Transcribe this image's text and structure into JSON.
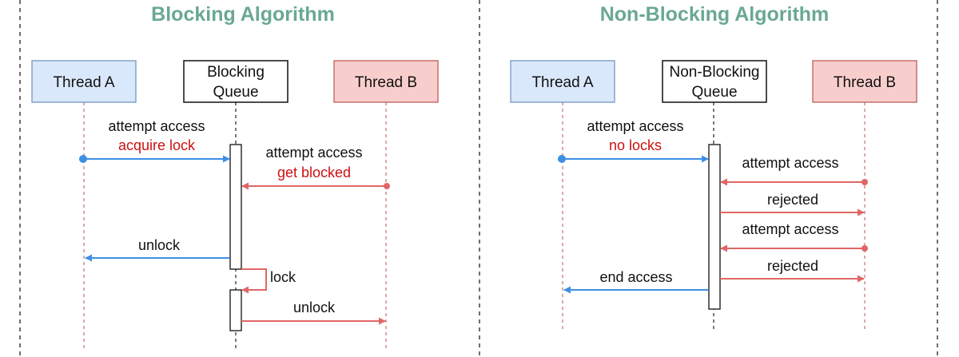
{
  "colors": {
    "title": "#6aa892",
    "blue_fill": "#dae8fc",
    "blue_stroke": "#6c8ebf",
    "blue_arrow": "#3d8fe6",
    "red_fill": "#f8cecc",
    "red_stroke": "#b85450",
    "red_arrow": "#e06666",
    "red_text": "#cc1111",
    "text": "#111111"
  },
  "left": {
    "title": "Blocking Algorithm",
    "thread_a": "Thread A",
    "queue_line1": "Blocking",
    "queue_line2": "Queue",
    "thread_b": "Thread B",
    "msg1_line1": "attempt access",
    "msg1_line2": "acquire lock",
    "msg2_line1": "attempt access",
    "msg2_line2": "get blocked",
    "msg3": "unlock",
    "msg4": "lock",
    "msg5": "unlock"
  },
  "right": {
    "title": "Non-Blocking Algorithm",
    "thread_a": "Thread A",
    "queue_line1": "Non-Blocking",
    "queue_line2": "Queue",
    "thread_b": "Thread B",
    "msg1_line1": "attempt access",
    "msg1_line2": "no locks",
    "msg2": "attempt access",
    "msg3": "rejected",
    "msg4": "attempt access",
    "msg5": "rejected",
    "msg6": "end access"
  }
}
